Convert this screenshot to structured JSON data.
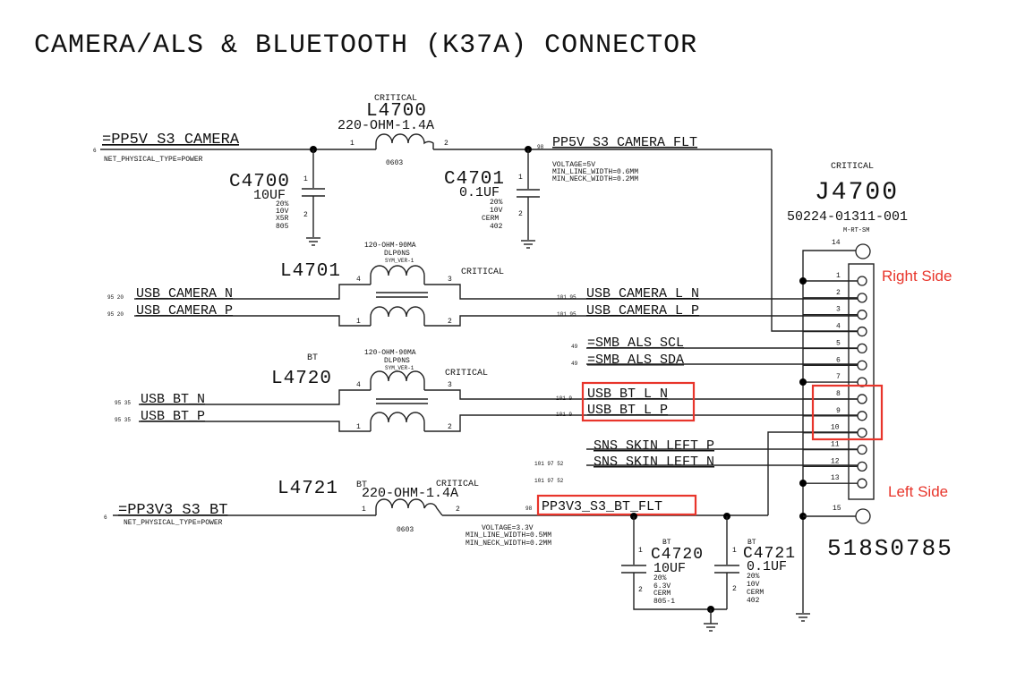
{
  "title": "CAMERA/ALS & BLUETOOTH (K37A) CONNECTOR",
  "power_camera": {
    "net": "=PP5V_S3_CAMERA",
    "page_ref": "6",
    "attr": "NET_PHYSICAL_TYPE=POWER"
  },
  "l4700": {
    "critical": "CRITICAL",
    "ref": "L4700",
    "value": "220-OHM-1.4A",
    "package": "0603",
    "pin1": "1",
    "pin2": "2"
  },
  "c4700": {
    "ref": "C4700",
    "value": "10UF",
    "tol": "20%",
    "volt": "10V",
    "diel": "X5R",
    "pkg": "805",
    "pin1": "1",
    "pin2": "2"
  },
  "c4701": {
    "ref": "C4701",
    "value": "0.1UF",
    "tol": "20%",
    "volt": "10V",
    "diel": "CERM",
    "pkg": "402",
    "pin1": "1",
    "pin2": "2"
  },
  "camera_flt": {
    "page_ref": "98",
    "net": "PP5V_S3_CAMERA_FLT",
    "voltage": "VOLTAGE=5V",
    "min_line": "MIN_LINE_WIDTH=0.6MM",
    "min_neck": "MIN_NECK_WIDTH=0.2MM"
  },
  "l4701": {
    "ref": "L4701",
    "value": "120-OHM-90MA",
    "part": "DLP0NS",
    "sym": "SYM_VER-1",
    "critical": "CRITICAL",
    "pins": [
      "4",
      "3",
      "1",
      "2"
    ]
  },
  "usb_camera_in": [
    {
      "refs": "95 20",
      "net": "USB_CAMERA_N"
    },
    {
      "refs": "95 20",
      "net": "USB_CAMERA_P"
    }
  ],
  "usb_camera_out": [
    {
      "refs": "101 95",
      "net": "USB_CAMERA_L_N"
    },
    {
      "refs": "101 95",
      "net": "USB_CAMERA_L_P"
    }
  ],
  "smb": [
    {
      "refs": "49",
      "net": "=SMB_ALS_SCL"
    },
    {
      "refs": "49",
      "net": "=SMB_ALS_SDA"
    }
  ],
  "l4720": {
    "bt": "BT",
    "ref": "L4720",
    "value": "120-OHM-90MA",
    "part": "DLP0NS",
    "sym": "SYM_VER-1",
    "critical": "CRITICAL",
    "pins": [
      "4",
      "3",
      "1",
      "2"
    ]
  },
  "usb_bt_in": [
    {
      "refs": "95 35",
      "net": "USB_BT_N"
    },
    {
      "refs": "95 35",
      "net": "USB_BT_P"
    }
  ],
  "usb_bt_out": [
    {
      "refs": "101 9",
      "net": "USB_BT_L_N"
    },
    {
      "refs": "101 9",
      "net": "USB_BT_L_P"
    }
  ],
  "sns": [
    {
      "refs": "101 97 52",
      "net": "SNS_SKIN_LEFT_P"
    },
    {
      "refs": "101 97 52",
      "net": "SNS_SKIN_LEFT_N"
    }
  ],
  "l4721": {
    "ref": "L4721",
    "bt": "BT",
    "critical": "CRITICAL",
    "value": "220-OHM-1.4A",
    "package": "0603",
    "pin1": "1",
    "pin2": "2"
  },
  "power_bt": {
    "page_ref": "6",
    "net": "=PP3V3_S3_BT",
    "attr": "NET_PHYSICAL_TYPE=POWER"
  },
  "bt_flt": {
    "page_ref": "98",
    "net": "PP3V3_S3_BT_FLT",
    "voltage": "VOLTAGE=3.3V",
    "min_line": "MIN_LINE_WIDTH=0.5MM",
    "min_neck": "MIN_NECK_WIDTH=0.2MM"
  },
  "c4720": {
    "bt": "BT",
    "ref": "C4720",
    "value": "10UF",
    "tol": "20%",
    "volt": "6.3V",
    "diel": "CERM",
    "pkg": "805-1",
    "pin1": "1",
    "pin2": "2"
  },
  "c4721": {
    "bt": "BT",
    "ref": "C4721",
    "value": "0.1UF",
    "tol": "20%",
    "volt": "10V",
    "diel": "CERM",
    "pkg": "402",
    "pin1": "1",
    "pin2": "2"
  },
  "j4700": {
    "critical": "CRITICAL",
    "ref": "J4700",
    "part": "50224-01311-001",
    "type": "M-RT-SM",
    "pins": [
      "1",
      "2",
      "3",
      "4",
      "5",
      "6",
      "7",
      "8",
      "9",
      "10",
      "11",
      "12",
      "13"
    ],
    "pin14": "14",
    "pin15": "15",
    "footprint": "518S0785"
  },
  "annotations": {
    "right_side": "Right Side",
    "left_side": "Left Side",
    "highlight_color": "#e8352b"
  }
}
